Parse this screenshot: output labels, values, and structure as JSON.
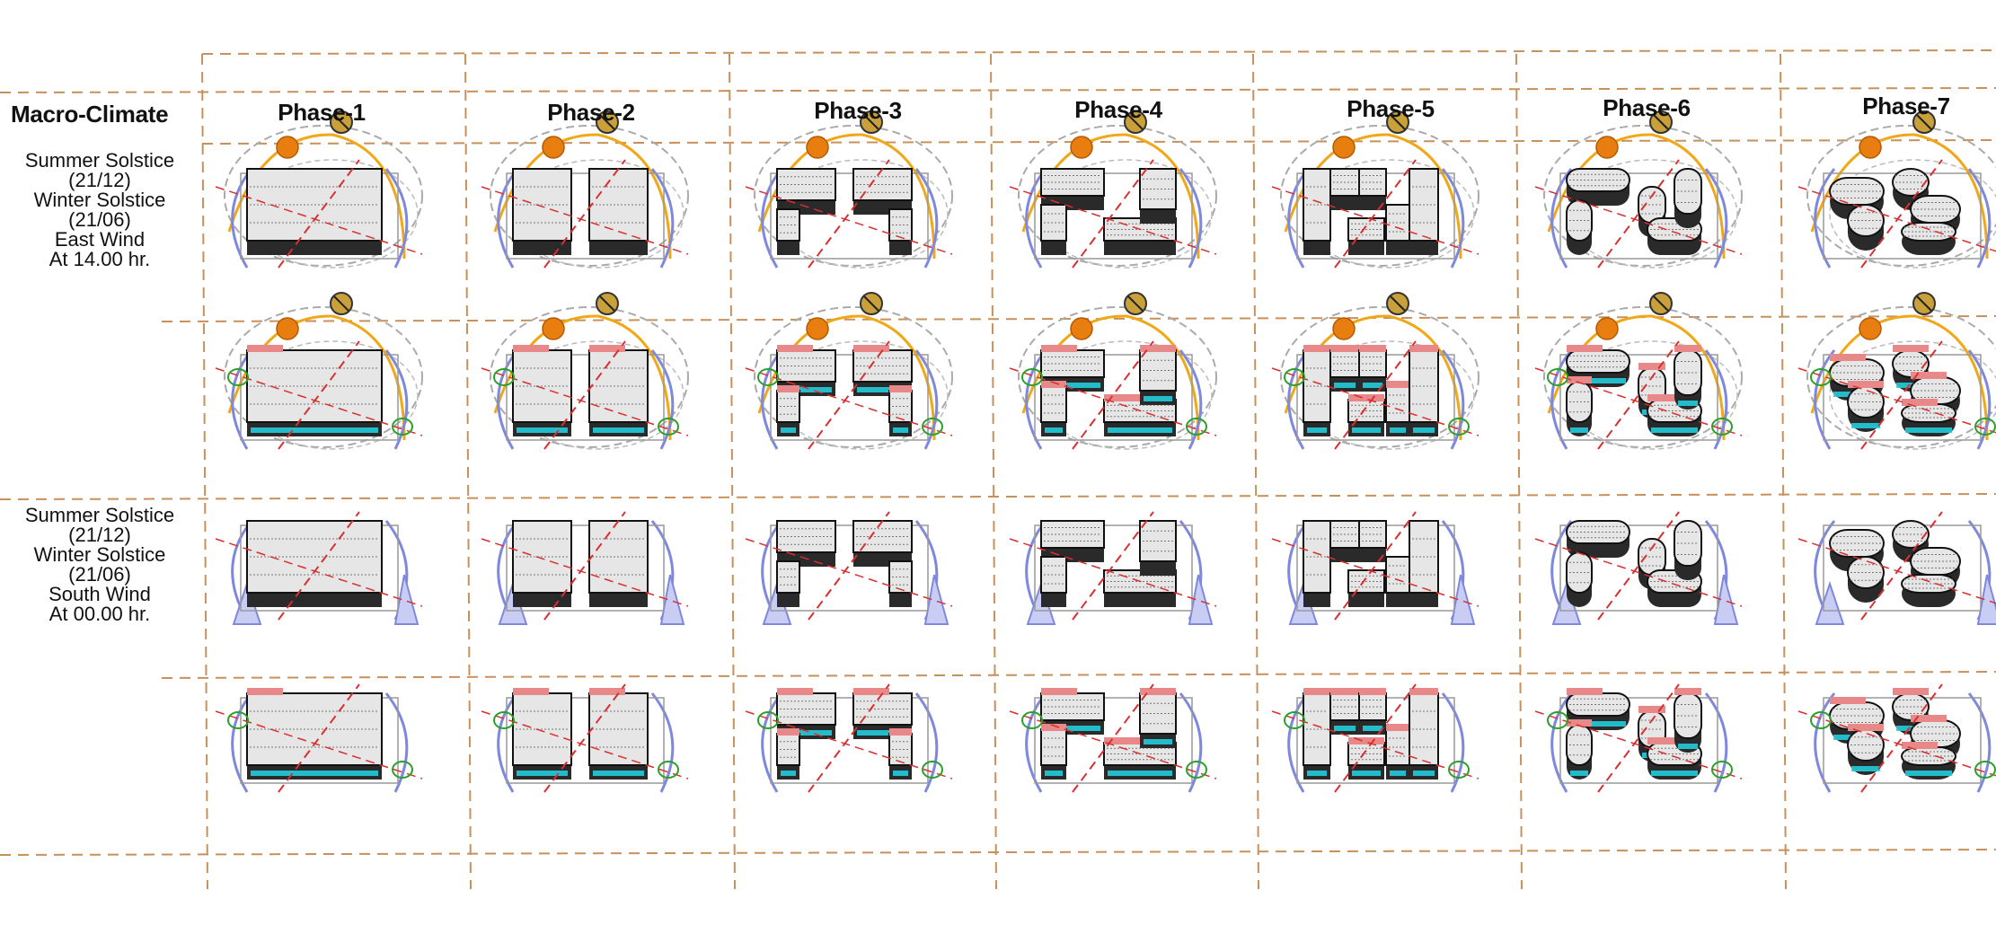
{
  "header": {
    "corner_label": "Macro-Climate",
    "phases": [
      "Phase-1",
      "Phase-2",
      "Phase-3",
      "Phase-4",
      "Phase-5",
      "Phase-6",
      "Phase-7"
    ]
  },
  "row_labels": [
    {
      "lines": [
        "Summer Solstice",
        "(21/12)",
        "Winter Solstice",
        "(21/06)",
        "East Wind",
        "At 14.00 hr."
      ]
    },
    {
      "lines": [
        "Summer Solstice",
        "(21/12)",
        "Winter Solstice",
        "(21/06)",
        "South Wind",
        "At 00.00 hr."
      ]
    }
  ],
  "colors": {
    "grid": "#c8905a",
    "sun_path": "#f0a818",
    "sun": "#e87e10",
    "wind": "#7e88de",
    "wind_fill": "#c9cdf3",
    "building_fill": "#e6e6e6",
    "building_base": "#2a2a2a",
    "cyan_accent": "#22ccdd",
    "red_accent": "#e88888",
    "green_accent": "#2aa02a",
    "axis_dash": "#d83030"
  },
  "icons": [
    "compass-icon",
    "sun-icon",
    "wind-arrow-icon"
  ]
}
